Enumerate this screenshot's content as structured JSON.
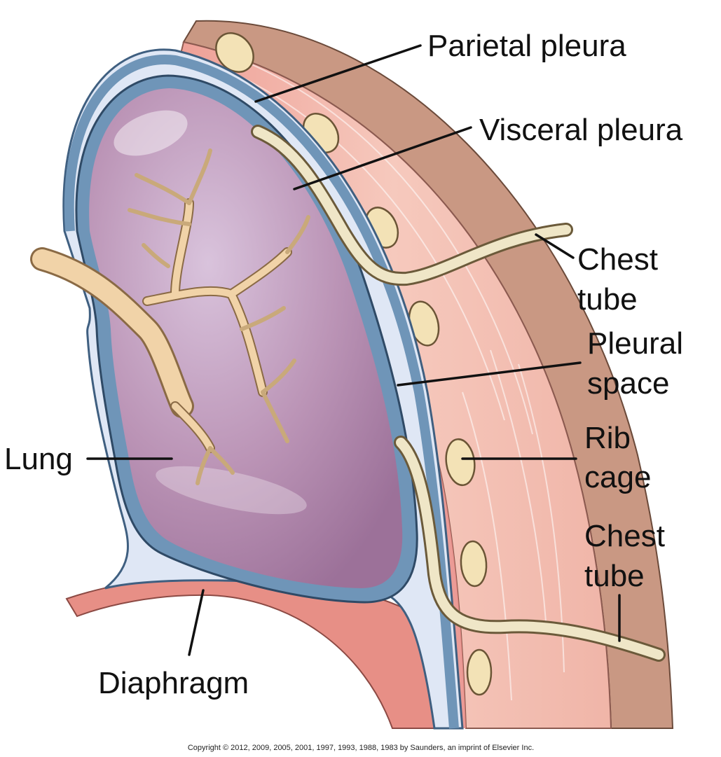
{
  "labels": {
    "parietal_pleura": "Parietal pleura",
    "visceral_pleura": "Visceral pleura",
    "chest_tube_upper": [
      "Chest",
      "tube"
    ],
    "pleural_space": [
      "Pleural",
      "space"
    ],
    "rib_cage": [
      "Rib",
      "cage"
    ],
    "chest_tube_lower": [
      "Chest",
      "tube"
    ],
    "lung": "Lung",
    "diaphragm": "Diaphragm"
  },
  "copyright": "Copyright © 2012, 2009, 2005, 2001, 1997, 1993, 1988, 1983 by Saunders, an imprint of Elsevier Inc.",
  "colors": {
    "chest_wall_muscle": "#f2b9ad",
    "outer_skin": "#c99883",
    "rib_bone": "#f3e2b6",
    "pleura_blue": "#6f95b8",
    "pleural_space": "#dfe7f5",
    "lung_tissue": "#b88fb1",
    "bronchi": "#f1d3a8",
    "chest_tube": "#efe6c7",
    "diaphragm": "#e78f86"
  }
}
